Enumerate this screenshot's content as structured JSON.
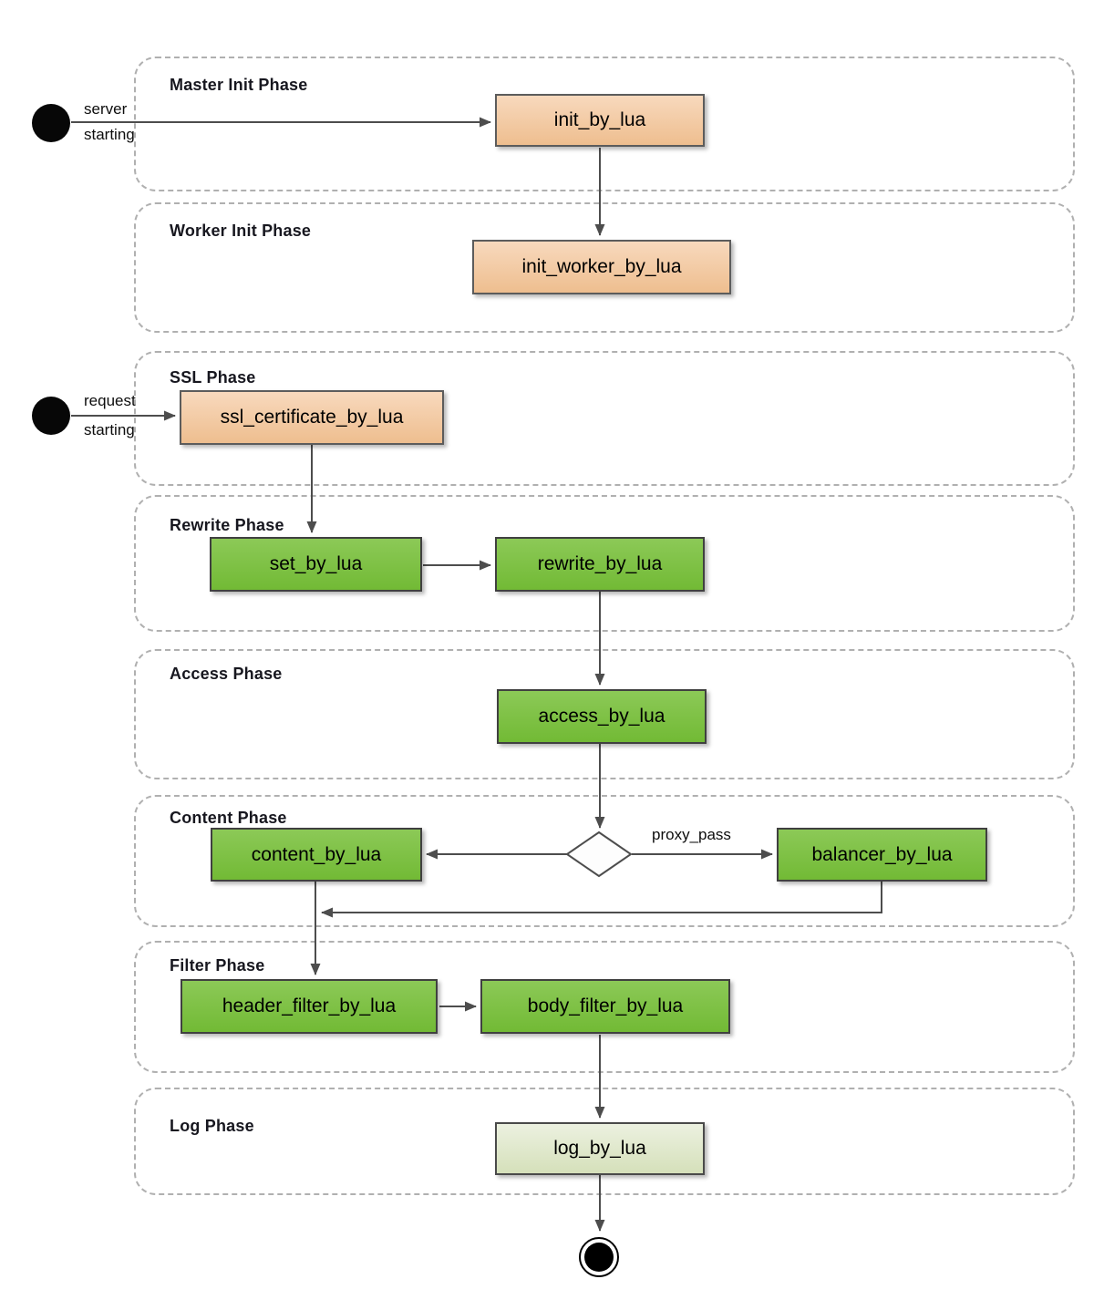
{
  "colors": {
    "init_box_top": "#f8d9bd",
    "init_box_bottom": "#eebe8f",
    "request_box_top": "#8cc957",
    "request_box_bottom": "#72ba35",
    "log_box_top": "#ecf1e0",
    "log_box_bottom": "#d5e0ba",
    "arrow": "#4d4d4d",
    "container_border": "#b0b0b0",
    "phase_label": "#17171f",
    "node_text": "#000000"
  },
  "phases": [
    {
      "label": "Master Init Phase"
    },
    {
      "label": "Worker Init Phase"
    },
    {
      "label": "SSL Phase"
    },
    {
      "label": "Rewrite Phase"
    },
    {
      "label": "Access Phase"
    },
    {
      "label": "Content Phase"
    },
    {
      "label": "Filter Phase"
    },
    {
      "label": "Log Phase"
    }
  ],
  "nodes": [
    {
      "label": "init_by_lua",
      "type": "init"
    },
    {
      "label": "init_worker_by_lua",
      "type": "init"
    },
    {
      "label": "ssl_certificate_by_lua",
      "type": "init"
    },
    {
      "label": "set_by_lua",
      "type": "request"
    },
    {
      "label": "rewrite_by_lua",
      "type": "request"
    },
    {
      "label": "access_by_lua",
      "type": "request"
    },
    {
      "label": "content_by_lua",
      "type": "request"
    },
    {
      "label": "balancer_by_lua",
      "type": "request"
    },
    {
      "label": "header_filter_by_lua",
      "type": "request"
    },
    {
      "label": "body_filter_by_lua",
      "type": "request"
    },
    {
      "label": "log_by_lua",
      "type": "log"
    }
  ],
  "edge_labels": {
    "server_start": [
      "server",
      "starting"
    ],
    "request_start": [
      "request",
      "starting"
    ],
    "proxy_pass": "proxy_pass"
  }
}
